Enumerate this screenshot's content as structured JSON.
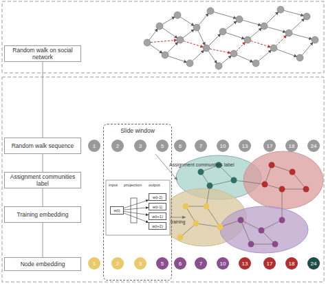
{
  "diagram": {
    "nodes": [
      {
        "text": [
          "Random walk on social network"
        ]
      },
      {
        "text": [
          "Random walk sequence"
        ]
      },
      {
        "text": [
          "1"
        ]
      },
      {
        "text": [
          "Slide window"
        ]
      },
      {
        "text": [
          "2"
        ],
        "in": 3
      },
      {
        "text": [
          "3"
        ],
        "in": 3
      },
      {
        "text": [
          "5"
        ],
        "in": 3
      },
      {
        "text": [
          "6"
        ]
      },
      {
        "text": [
          "7"
        ]
      },
      {
        "text": [
          "10"
        ]
      },
      {
        "text": [
          "13"
        ]
      },
      {
        "text": [
          "17"
        ]
      },
      {
        "text": [
          "18"
        ]
      },
      {
        "text": [
          "24"
        ]
      },
      {
        "text": [
          "Assignment communities label"
        ]
      },
      {
        "text": [
          "w(t)"
        ],
        "in": 3
      },
      {
        "text": [
          "w(t-2)"
        ],
        "in": 3
      },
      {
        "text": [
          "w(t-1)"
        ],
        "in": 3
      },
      {
        "text": [
          "w(t+1)"
        ],
        "in": 3
      },
      {
        "text": [
          "w(t+2)"
        ],
        "in": 3
      },
      {
        "text": [
          "Training embedding"
        ]
      },
      {
        "text": [
          "Node embedding"
        ]
      },
      {
        "text": [
          "1"
        ]
      },
      {
        "text": [
          "2"
        ],
        "in": 3
      },
      {
        "text": [
          "3"
        ],
        "in": 3
      },
      {
        "text": [
          "5"
        ],
        "in": 3
      },
      {
        "text": [
          "6"
        ]
      },
      {
        "text": [
          "7"
        ]
      },
      {
        "text": [
          "10"
        ]
      },
      {
        "text": [
          "13"
        ]
      },
      {
        "text": [
          "17"
        ]
      },
      {
        "text": [
          "18"
        ]
      },
      {
        "text": [
          "24"
        ]
      }
    ],
    "edges": [
      {
        "from": 0,
        "to": 1,
        "arrow": "none"
      },
      {
        "from": 1,
        "to": 14,
        "arrow": "none"
      },
      {
        "from": 14,
        "to": 20,
        "arrow": "none"
      },
      {
        "from": 20,
        "to": 21,
        "arrow": "none"
      },
      {
        "from": 15,
        "to": 16,
        "arrow": "to"
      },
      {
        "from": 15,
        "to": 17,
        "arrow": "to"
      },
      {
        "from": 15,
        "to": 18,
        "arrow": "to"
      },
      {
        "from": 15,
        "to": 19,
        "arrow": "to"
      }
    ],
    "labels": [
      "Assignment communities label",
      "training",
      "input",
      "projection",
      "output"
    ]
  }
}
